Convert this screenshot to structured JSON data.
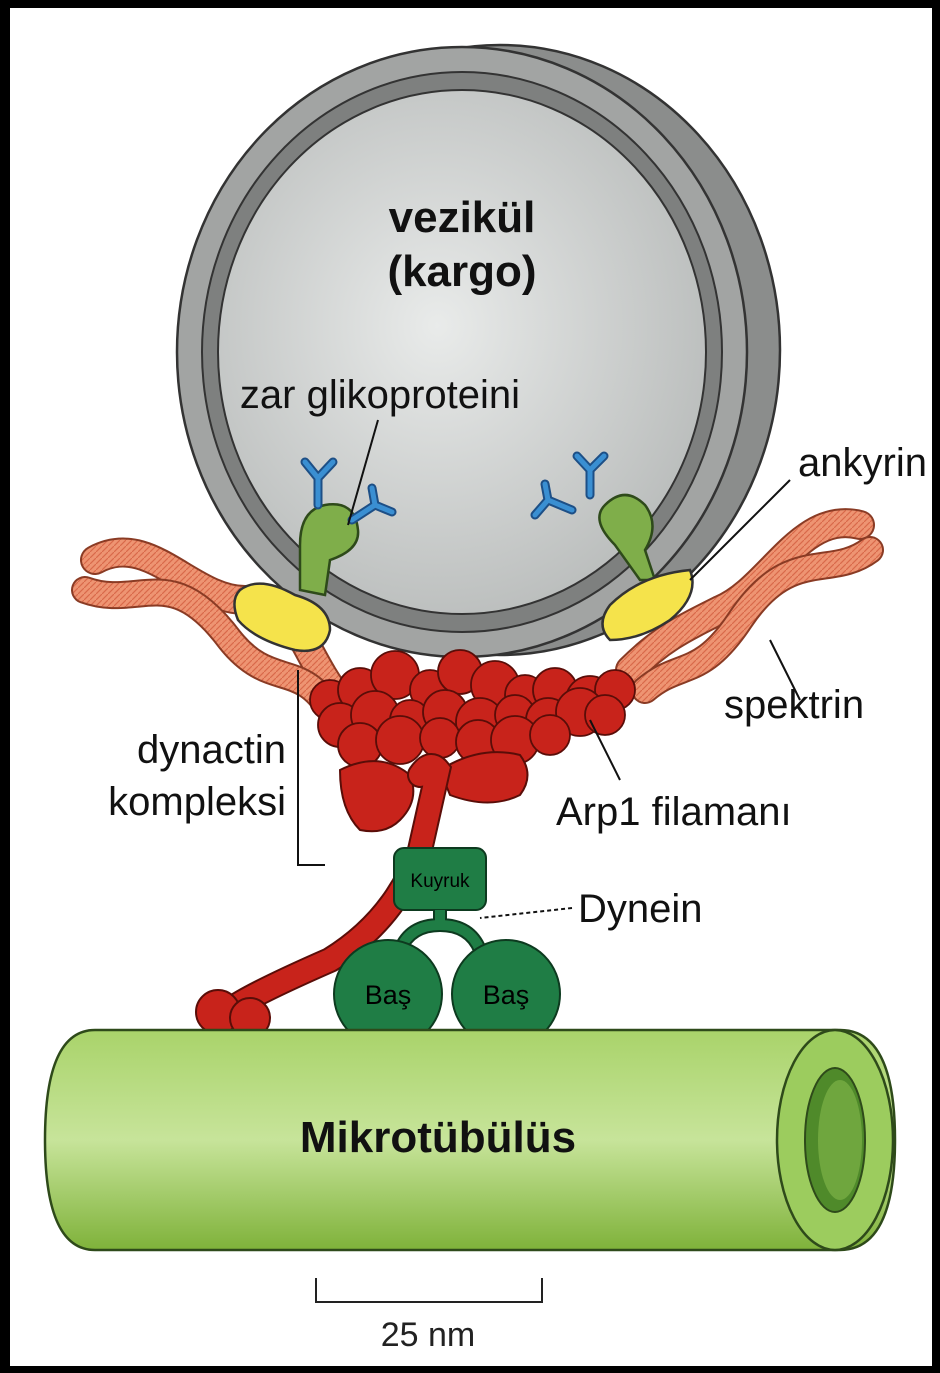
{
  "labels": {
    "vesicle_line1": "vezikül",
    "vesicle_line2": "(kargo)",
    "glycoprotein": "zar glikoproteini",
    "ankyrin": "ankyrin",
    "spectrin": "spektrin",
    "dynactin_line1": "dynactin",
    "dynactin_line2": "kompleksi",
    "arp1": "Arp1 filamanı",
    "dynein": "Dynein",
    "tail": "Kuyruk",
    "head_left": "Baş",
    "head_right": "Baş",
    "microtubule": "Mikrotübülüs",
    "scale": "25 nm"
  },
  "colors": {
    "background": "#000000",
    "panel": "#ffffff",
    "vesicle": "#9a9c9b",
    "vesicle_inner": "#cfd2d1",
    "glycoprotein": "#7fae4a",
    "glycan": "#2f7fc0",
    "ankyrin": "#f3e24a",
    "spectrin": "#e98b6a",
    "dynactin": "#c8231b",
    "dynein": "#1f7d45",
    "microtubule": "#8fc24a"
  }
}
